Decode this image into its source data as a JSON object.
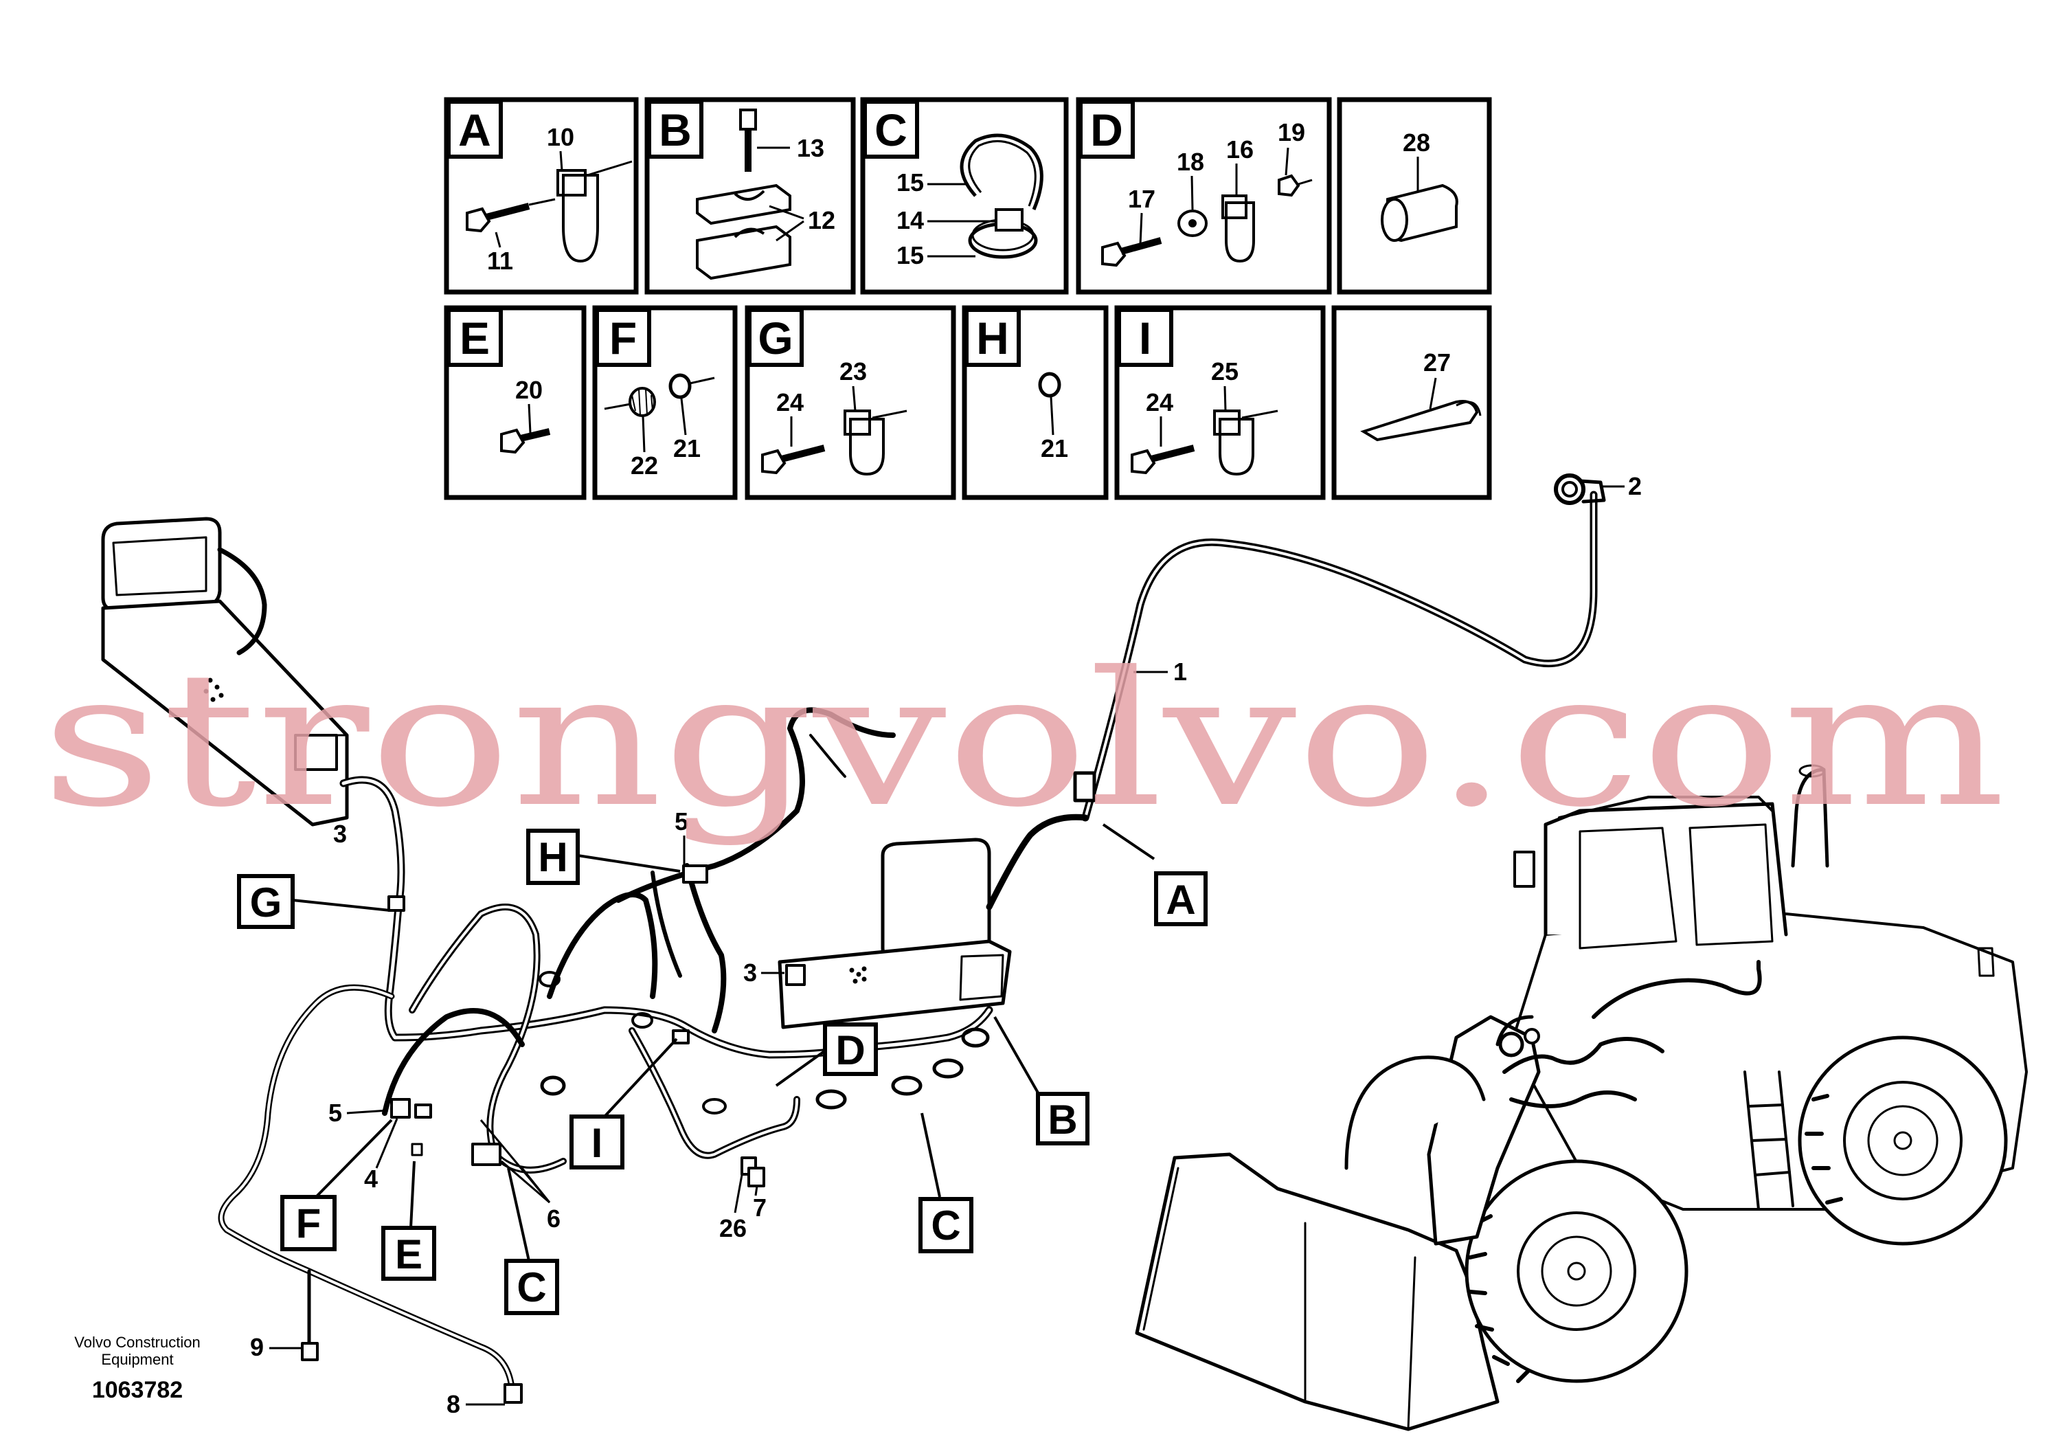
{
  "detail_boxes": [
    {
      "letter": "A",
      "parts": [
        "10",
        "11"
      ]
    },
    {
      "letter": "B",
      "parts": [
        "13",
        "12"
      ]
    },
    {
      "letter": "C",
      "parts": [
        "15",
        "14",
        "15"
      ]
    },
    {
      "letter": "D",
      "parts": [
        "19",
        "18",
        "16",
        "17"
      ]
    },
    {
      "letter": "",
      "parts": [
        "28"
      ]
    },
    {
      "letter": "E",
      "parts": [
        "20"
      ]
    },
    {
      "letter": "F",
      "parts": [
        "22",
        "21"
      ]
    },
    {
      "letter": "G",
      "parts": [
        "23",
        "24"
      ]
    },
    {
      "letter": "H",
      "parts": [
        "21"
      ]
    },
    {
      "letter": "I",
      "parts": [
        "25",
        "24"
      ]
    },
    {
      "letter": "",
      "parts": [
        "27"
      ]
    }
  ],
  "callouts": {
    "c1": "1",
    "c2": "2",
    "c3a": "3",
    "c3b": "3",
    "c4": "4",
    "c5a": "5",
    "c5b": "5",
    "c6": "6",
    "c7": "7",
    "c8": "8",
    "c9": "9",
    "c26": "26"
  },
  "view_letters": {
    "A": "A",
    "B": "B",
    "C1": "C",
    "C2": "C",
    "D": "D",
    "E": "E",
    "F": "F",
    "G": "G",
    "H": "H",
    "I": "I"
  },
  "watermark": "strongvolvo.com",
  "footer": {
    "company_line1": "Volvo Construction",
    "company_line2": "Equipment",
    "drawing_number": "1063782"
  }
}
